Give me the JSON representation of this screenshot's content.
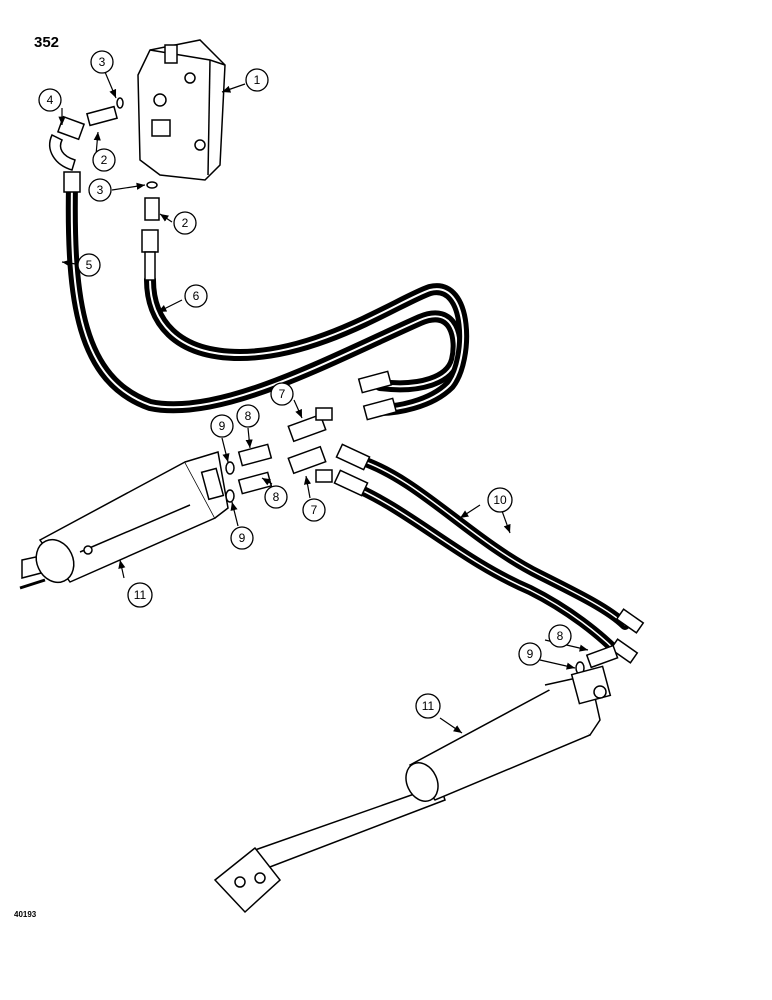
{
  "page_number": "352",
  "figure_code": "40193",
  "callouts": [
    {
      "id": "c1",
      "label": "1"
    },
    {
      "id": "c2a",
      "label": "2"
    },
    {
      "id": "c2b",
      "label": "2"
    },
    {
      "id": "c3a",
      "label": "3"
    },
    {
      "id": "c3b",
      "label": "3"
    },
    {
      "id": "c4",
      "label": "4"
    },
    {
      "id": "c5",
      "label": "5"
    },
    {
      "id": "c6",
      "label": "6"
    },
    {
      "id": "c7a",
      "label": "7"
    },
    {
      "id": "c7b",
      "label": "7"
    },
    {
      "id": "c8a",
      "label": "8"
    },
    {
      "id": "c8b",
      "label": "8"
    },
    {
      "id": "c8c",
      "label": "8"
    },
    {
      "id": "c9a",
      "label": "9"
    },
    {
      "id": "c9b",
      "label": "9"
    },
    {
      "id": "c9c",
      "label": "9"
    },
    {
      "id": "c10",
      "label": "10"
    },
    {
      "id": "c11a",
      "label": "11"
    },
    {
      "id": "c11b",
      "label": "11"
    }
  ]
}
